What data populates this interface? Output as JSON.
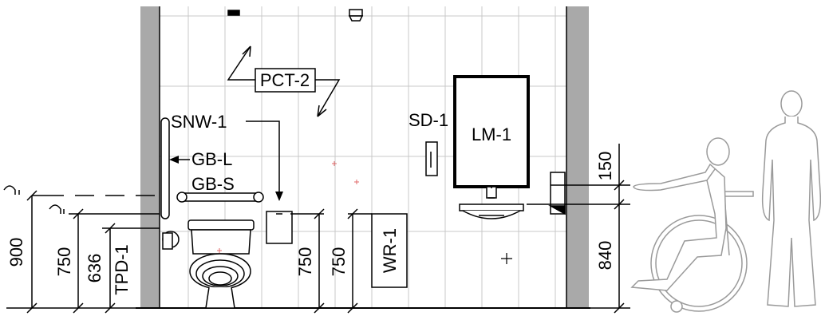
{
  "labels": {
    "pct": "PCT-2",
    "snw": "SNW-1",
    "gb_l": "GB-L",
    "gb_s": "GB-S",
    "sd": "SD-1",
    "lm": "LM-1",
    "wr": "WR-1",
    "tpd": "TPD-1"
  },
  "dimensions": {
    "d900": "900",
    "d750_left": "750",
    "d636": "636",
    "d750_mid_a": "750",
    "d750_mid_b": "750",
    "d150": "150",
    "d840": "840"
  },
  "colors": {
    "wall": "#a9a9a9",
    "tile_grid": "#c8c8c8",
    "line": "#000000",
    "figure": "#9a9a9a",
    "marker": "#e06a6a"
  }
}
